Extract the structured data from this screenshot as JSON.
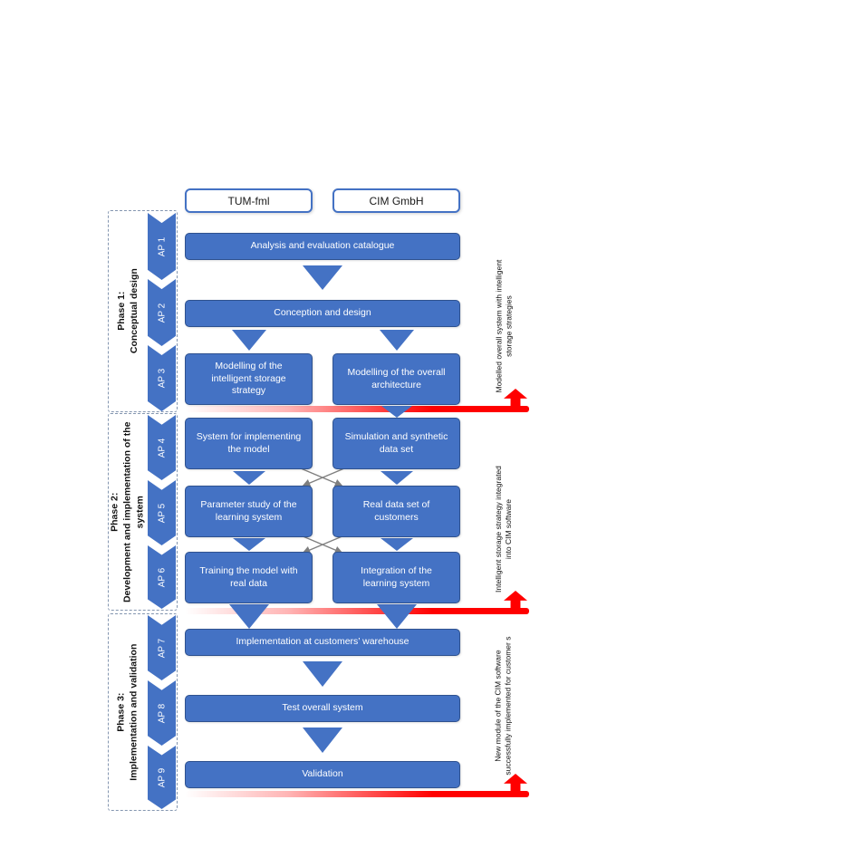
{
  "colors": {
    "box_blue": "#4472C4",
    "box_border": "#2F528F",
    "milestone_red": "#FF0000",
    "connector_gray": "#7F7F7F",
    "phase_dashed_border": "#8496B0"
  },
  "header": {
    "org_left": "TUM-fml",
    "org_right": "CIM GmbH"
  },
  "phases": [
    {
      "label": "Phase 1:\nConceptual design",
      "aps": [
        "AP 1",
        "AP 2",
        "AP 3"
      ]
    },
    {
      "label": "Phase 2:\nDevelopment and implementation of the\nsystem",
      "aps": [
        "AP 4",
        "AP 5",
        "AP 6"
      ]
    },
    {
      "label": "Phase 3:\nImplementation and validation",
      "aps": [
        "AP 7",
        "AP 8",
        "AP 9"
      ]
    }
  ],
  "boxes": {
    "analysis": "Analysis and evaluation catalogue",
    "conception": "Conception and design",
    "modelling_storage": "Modelling of the intelligent storage strategy",
    "modelling_architecture": "Modelling of the overall architecture",
    "system_model": "System for implementing the model",
    "simulation_data": "Simulation and synthetic data set",
    "parameter_study": "Parameter study of the learning system",
    "real_data": "Real data set of customers",
    "training": "Training the model with real data",
    "integration": "Integration of the learning system",
    "implementation": "Implementation at customers’ warehouse",
    "test": "Test overall system",
    "validation": "Validation"
  },
  "milestones": [
    "Modelled overall system with intelligent\nstorage strategies",
    "Intelligent storage strategy integrated\ninto CIM software",
    "New module of the CIM software\nsuccessfully implemented for customer s"
  ]
}
